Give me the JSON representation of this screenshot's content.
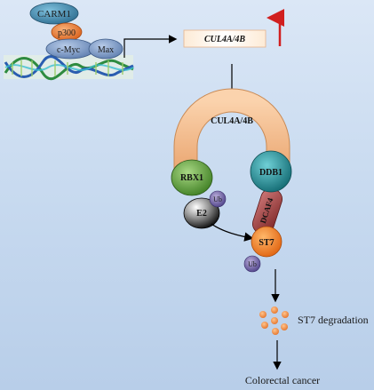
{
  "dna_complex": {
    "carm1": "CARM1",
    "p300": "p300",
    "cmyc": "c-Myc",
    "max": "Max"
  },
  "cul4_box": {
    "label": "CUL4A/4B",
    "trend": "up"
  },
  "e3_complex": {
    "cul_arc": "CUL4A/4B",
    "rbx1": "RBX1",
    "ddb1": "DDB1",
    "dcaf4": "DCAF4",
    "e2": "E2",
    "ub_on_e2": "Ub",
    "st7": "ST7",
    "ub_on_st7": "Ub"
  },
  "outcome": {
    "degradation": "ST7 degradation",
    "disease": "Colorectal cancer"
  },
  "colors": {
    "carm1": "#3d7fa3",
    "p300": "#e8752a",
    "cmyc": "#6f8fbf",
    "max": "#6f8fbf",
    "cul_arc": "#f2b98a",
    "rbx1": "#5a9e3a",
    "ddb1": "#1f8a93",
    "dcaf4": "#a03a3a",
    "e2": "#111111",
    "st7": "#f07a1c",
    "ub": "#6b5ca5",
    "up_arrow": "#d11f1f",
    "particles": "#f08a3c"
  }
}
